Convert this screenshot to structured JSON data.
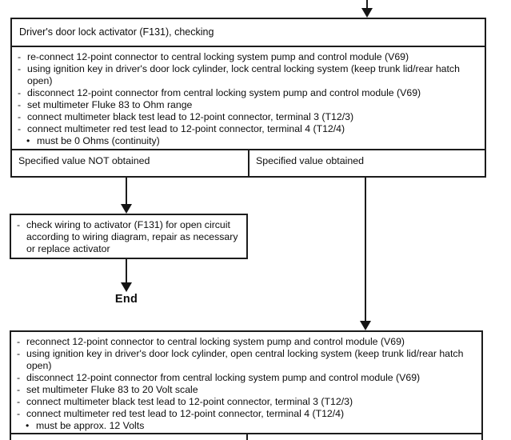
{
  "colors": {
    "background": "#ffffff",
    "line": "#1c1c1c",
    "text": "#0d0d0d"
  },
  "markers": {
    "dash": "-",
    "bullet": "•"
  },
  "flowchart": {
    "title_box": {
      "label": "Driver's door lock activator (F131), checking"
    },
    "continuity_test_box": {
      "steps": [
        "re-connect 12-point connector to central locking system pump and control module (V69)",
        "using ignition key in driver's door lock cylinder, lock central locking system (keep trunk lid/rear hatch open)",
        "disconnect 12-point connector from central locking system pump and control module (V69)",
        "set multimeter Fluke 83 to Ohm range",
        "connect multimeter black test lead to 12-point connector, terminal 3 (T12/3)",
        "connect multimeter red test lead to 12-point connector, terminal 4 (T12/4)"
      ],
      "expected_result": "must be 0 Ohms (continuity)"
    },
    "decision_row": {
      "not_obtained_label": "Specified value NOT obtained",
      "obtained_label": "Specified value obtained"
    },
    "repair_box": {
      "step": "check wiring to activator (F131) for open circuit according to wiring diagram, repair as necessary or replace activator"
    },
    "end_label": "End",
    "voltage_test_box": {
      "steps": [
        "reconnect 12-point connector to central locking system pump and control module (V69)",
        "using ignition key in driver's door lock cylinder, open central locking system (keep trunk lid/rear hatch open)",
        "disconnect 12-point connector from central locking system pump and control module (V69)",
        "set multimeter Fluke 83 to 20 Volt scale",
        "connect multimeter black test lead to 12-point connector, terminal 3 (T12/3)",
        "connect multimeter red test lead to 12-point connector, terminal 4 (T12/4)"
      ],
      "expected_result": "must be approx. 12 Volts"
    }
  }
}
